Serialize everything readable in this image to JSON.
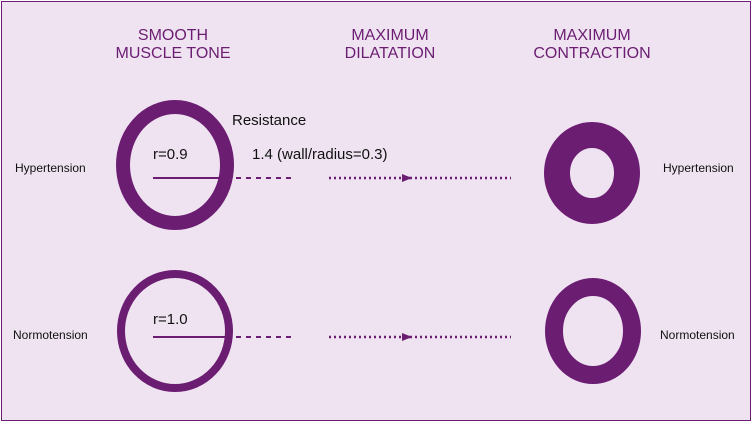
{
  "headers": {
    "tone_line1": "SMOOTH",
    "tone_line2": "MUSCLE TONE",
    "dilation_line1": "MAXIMUM",
    "dilation_line2": "DILATATION",
    "contraction_line1": "MAXIMUM",
    "contraction_line2": "CONTRACTION"
  },
  "rows": {
    "hypertension": {
      "left_label": "Hypertension",
      "right_label": "Hypertension",
      "radius_label": "r=0.9",
      "resistance_label": "Resistance",
      "resistance_value": "1.4 (wall/radius=0.3)"
    },
    "normotension": {
      "left_label": "Normotension",
      "right_label": "Normotension",
      "radius_label": "r=1.0"
    }
  },
  "colors": {
    "vessel": "#6b1d72",
    "background": "#efe3f1",
    "text": "#111111"
  }
}
